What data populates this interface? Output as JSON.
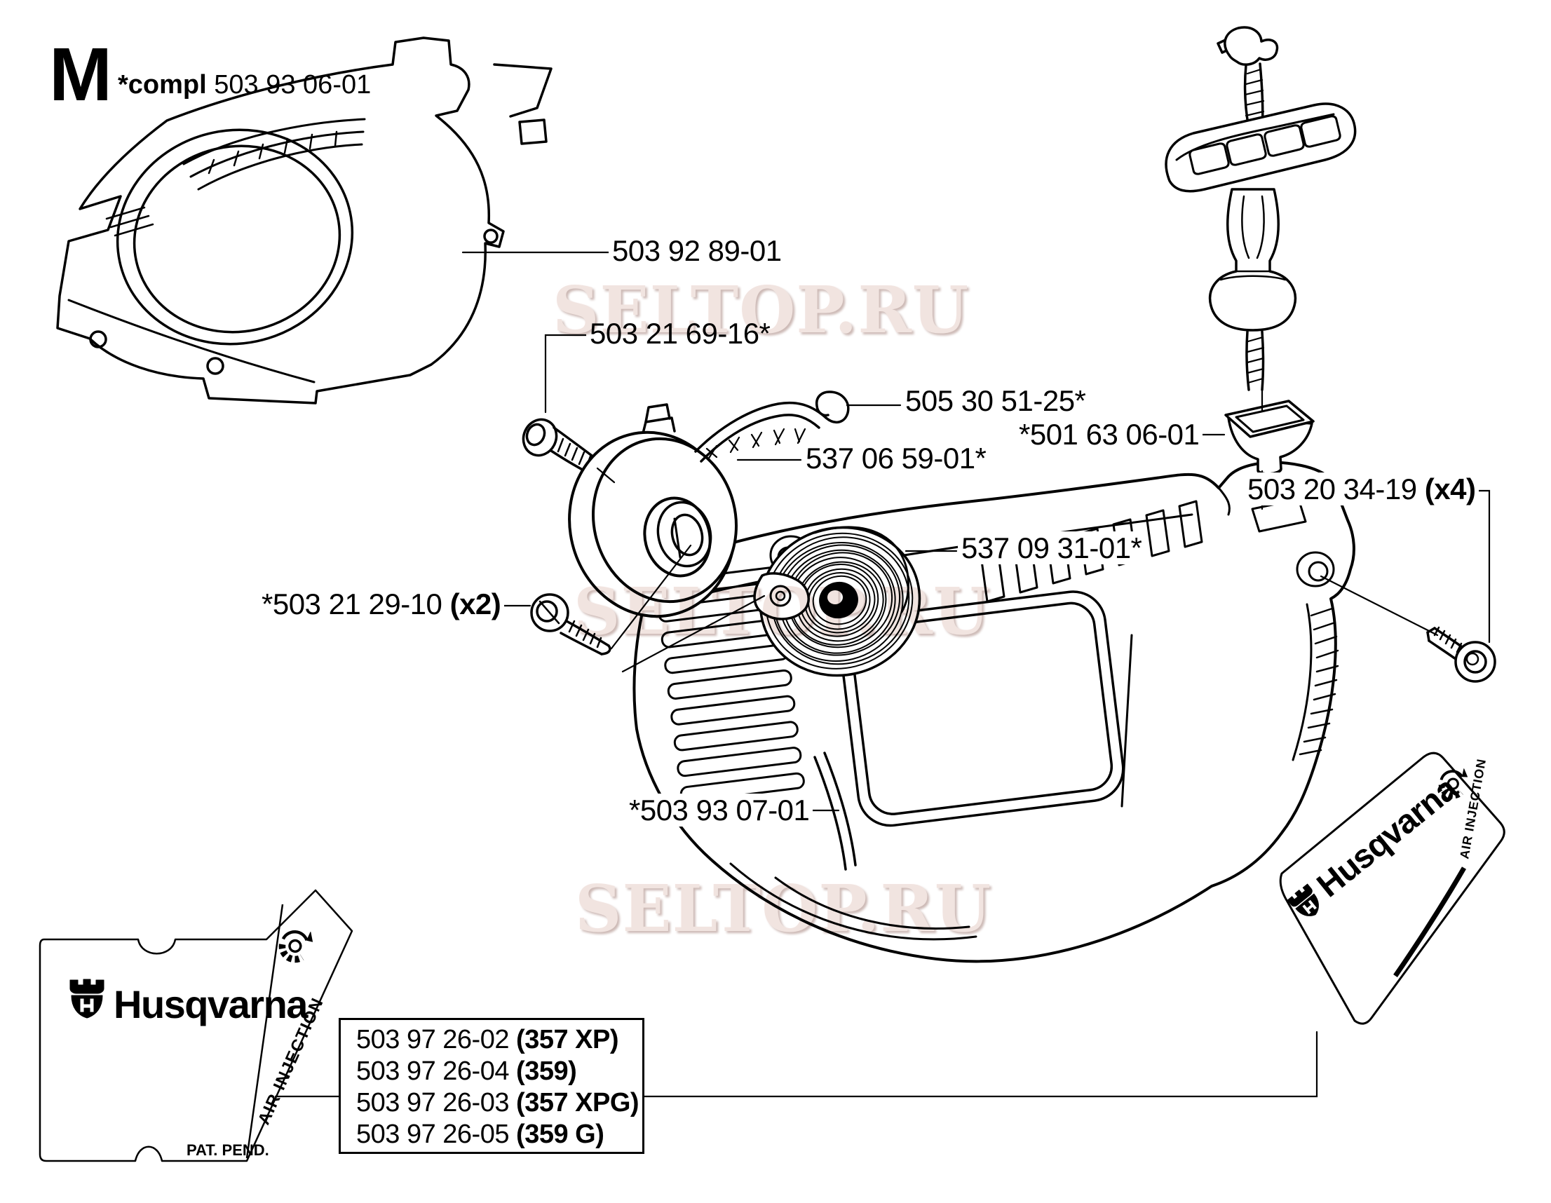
{
  "page": {
    "background": "#ffffff",
    "ink_color": "#000000",
    "watermark_color": "#f1e4e0"
  },
  "header": {
    "section_letter": "M",
    "compl_prefix": "*compl",
    "compl_number": "503 93 06-01"
  },
  "watermark": {
    "text": "SELTOP.RU"
  },
  "labels": [
    {
      "part": "503 92 89-01"
    },
    {
      "part": "503 21 69-16*"
    },
    {
      "part": "505 30 51-25*"
    },
    {
      "part": "*501 63 06-01"
    },
    {
      "part": "537 06 59-01*"
    },
    {
      "part": "503 20 34-19",
      "qty": "(x4)"
    },
    {
      "part": "537 09 31-01*"
    },
    {
      "part": "*503 21 29-10",
      "qty": "(x2)"
    },
    {
      "part": "*503 93 07-01"
    }
  ],
  "variant_box": {
    "items": [
      {
        "number": "503 97 26-02",
        "model": "(357 XP)"
      },
      {
        "number": "503 97 26-04",
        "model": "(359)"
      },
      {
        "number": "503 97 26-03",
        "model": "(357 XPG)"
      },
      {
        "number": "503 97 26-05",
        "model": "(359 G)"
      }
    ]
  },
  "decals": {
    "brand": "Husqvarna",
    "air_injection": "AIR INJECTION",
    "pat_pend": "PAT. PEND."
  }
}
